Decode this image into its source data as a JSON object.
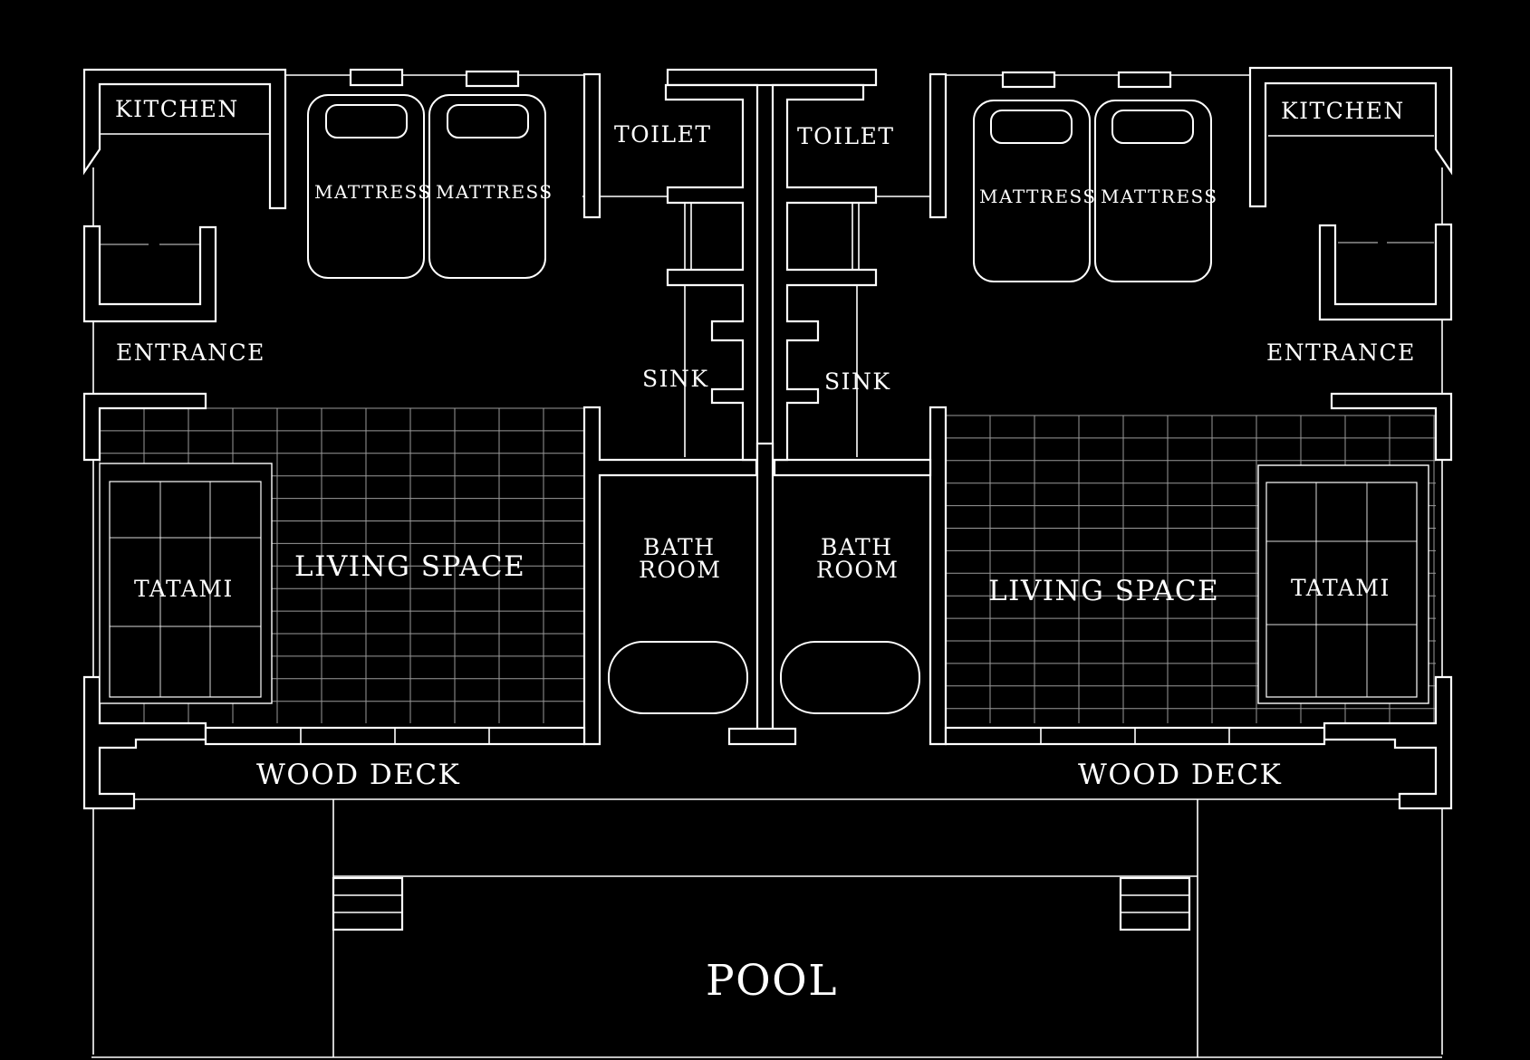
{
  "colors": {
    "background": "#000000",
    "lines": "#ffffff",
    "grid": "#9a9a9a"
  },
  "labels": {
    "kitchen_left": "KITCHEN",
    "kitchen_right": "KITCHEN",
    "mattress_1": "MATTRESS",
    "mattress_2": "MATTRESS",
    "mattress_3": "MATTRESS",
    "mattress_4": "MATTRESS",
    "toilet_left": "TOILET",
    "toilet_right": "TOILET",
    "entrance_left": "ENTRANCE",
    "entrance_right": "ENTRANCE",
    "sink_left": "SINK",
    "sink_right": "SINK",
    "living_left": "LIVING SPACE",
    "living_right": "LIVING SPACE",
    "tatami_left": "TATAMI",
    "tatami_right": "TATAMI",
    "bath_left_1": "BATH",
    "bath_left_2": "ROOM",
    "bath_right_1": "BATH",
    "bath_right_2": "ROOM",
    "deck_left": "WOOD DECK",
    "deck_right": "WOOD DECK",
    "pool": "POOL"
  }
}
